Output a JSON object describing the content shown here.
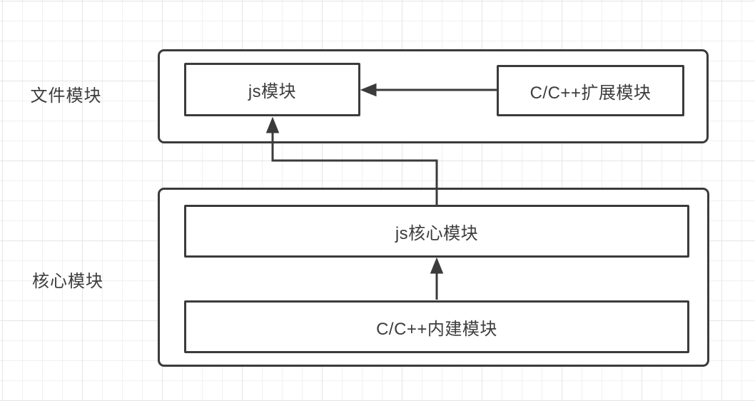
{
  "diagram": {
    "title": "Node module architecture diagram",
    "colors": {
      "stroke": "#3b3b3b",
      "text": "#3d3d3d",
      "canvas": "#ffffff",
      "grid_minor": "#f0f0f0",
      "grid_major": "#e4e4e4"
    },
    "sections": [
      {
        "label": "文件模块",
        "boxes": [
          {
            "id": "js-module",
            "label": "js模块"
          },
          {
            "id": "cpp-extension-module",
            "label": "C/C++扩展模块"
          }
        ]
      },
      {
        "label": "核心模块",
        "boxes": [
          {
            "id": "js-core-module",
            "label": "js核心模块"
          },
          {
            "id": "cpp-builtin-module",
            "label": "C/C++内建模块"
          }
        ]
      }
    ],
    "connections": [
      {
        "from": "C/C++扩展模块",
        "to": "js模块",
        "shape": "straight-left-arrow"
      },
      {
        "from": "js核心模块",
        "to": "js模块",
        "shape": "elbow-up-arrow"
      },
      {
        "from": "C/C++内建模块",
        "to": "js核心模块",
        "shape": "straight-up-arrow"
      }
    ]
  }
}
